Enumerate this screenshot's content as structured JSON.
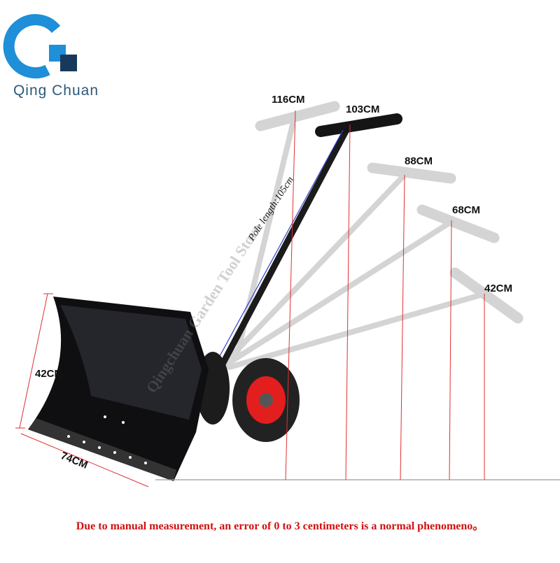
{
  "brand": {
    "name": "Qing Chuan",
    "logo_colors": {
      "blue": "#1e8fd8",
      "navy": "#173a5c"
    }
  },
  "product_image": {
    "icon": "snow-shovel-with-wheels",
    "watermark": "Qingchuan Garden Tool Store",
    "pole_label": "Pole length:105cm"
  },
  "measurements": {
    "blade_height": "42CM",
    "blade_width": "74CM",
    "handle_heights": [
      "116CM",
      "103CM",
      "88CM",
      "68CM",
      "42CM"
    ]
  },
  "note": "Due to manual measurement, an error of 0 to 3 centimeters is a normal phenomeno。",
  "colors": {
    "measure_line": "#e03030",
    "note_text": "#d21010"
  }
}
